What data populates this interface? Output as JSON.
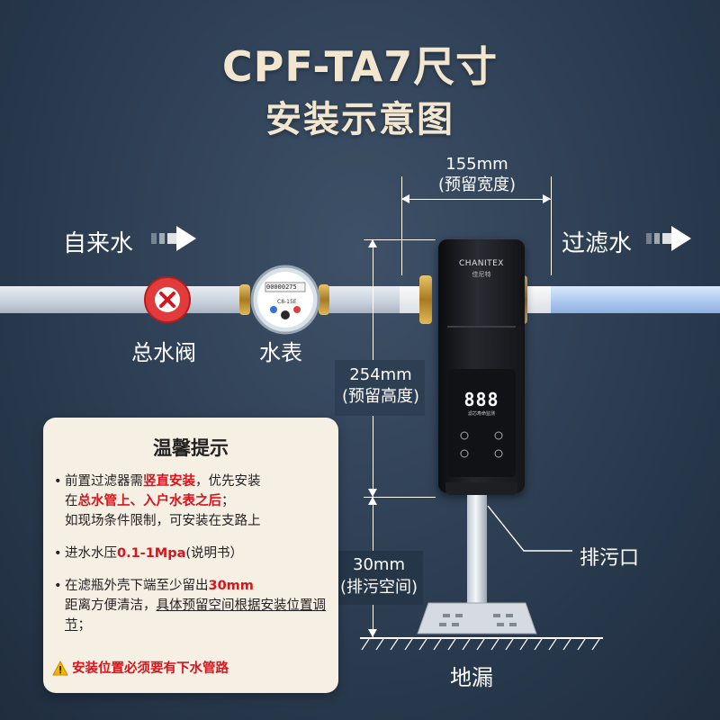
{
  "title": {
    "line1": "CPF-TA7尺寸",
    "line2": "安装示意图"
  },
  "labels": {
    "inlet": "自来水",
    "outlet": "过滤水",
    "main_valve": "总水阀",
    "water_meter": "水表",
    "drain_port": "排污口",
    "floor_drain": "地漏"
  },
  "dimensions": {
    "width_value": "155mm",
    "width_label": "(预留宽度)",
    "height_value": "254mm",
    "height_label": "(预留高度)",
    "drain_value": "30mm",
    "drain_label": "(排污空间)"
  },
  "meter": {
    "digits": "00000275",
    "model": "C8-15E"
  },
  "filter": {
    "brand": "CHANITEX",
    "brand_cn": "佳尼特",
    "display": "888",
    "display_caption": "滤芯寿命监测"
  },
  "notice": {
    "heading": "温馨提示",
    "items": [
      {
        "parts": [
          {
            "t": "前置过滤器需",
            "red": false
          },
          {
            "t": "竖直安装",
            "red": true
          },
          {
            "t": "，优先安装",
            "red": false
          },
          {
            "t": "在",
            "red": false
          },
          {
            "t": "总水管上、入户水表之后",
            "red": true
          },
          {
            "t": "；",
            "red": false
          },
          {
            "t": "如现场条件限制，可安装在支路上",
            "red": false
          }
        ]
      },
      {
        "parts": [
          {
            "t": "进水水压",
            "red": false
          },
          {
            "t": "0.1-1Mpa",
            "red": true
          },
          {
            "t": "(说明书）",
            "red": false
          }
        ]
      },
      {
        "parts": [
          {
            "t": "在滤瓶外壳下端至少留出",
            "red": false
          },
          {
            "t": "30mm",
            "red": true
          },
          {
            "t": "距离方便清洁，",
            "red": false
          },
          {
            "t": "具体预留空间根据安装位置调节",
            "red": false
          },
          {
            "t": "；",
            "red": false
          }
        ]
      },
      {
        "parts": [
          {
            "t": "安装位置必须要有下水管路",
            "red": true
          }
        ]
      }
    ]
  },
  "colors": {
    "background": "#2c3d52",
    "title": "#f2e6cf",
    "accent_red": "#d8141c",
    "notice_bg": "#f6efe4"
  }
}
